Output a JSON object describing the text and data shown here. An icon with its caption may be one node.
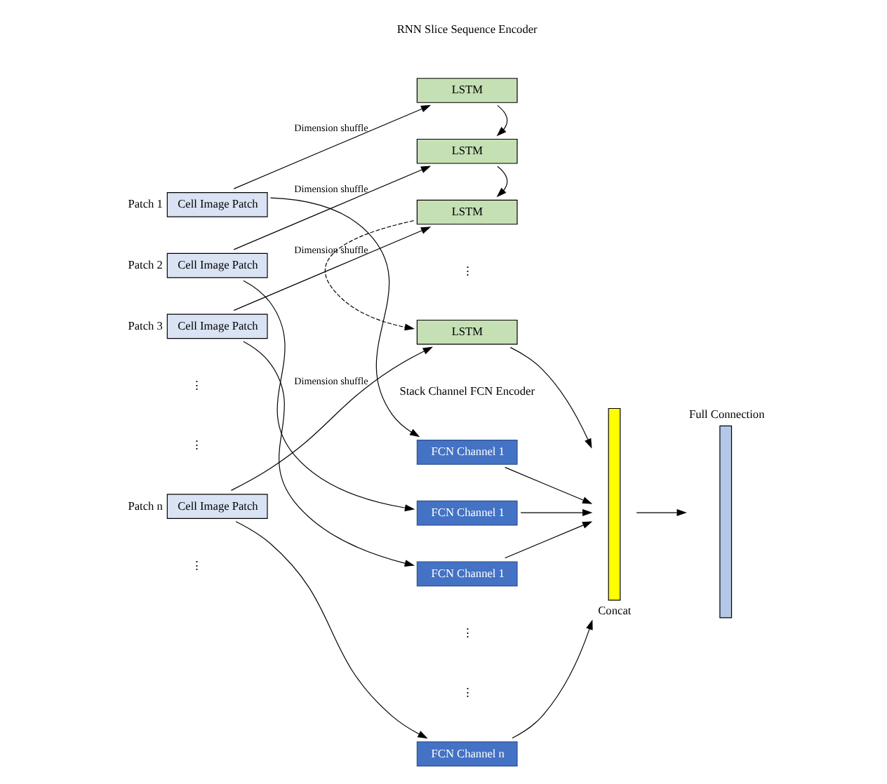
{
  "diagram": {
    "nodes": [
      {
        "text": [
          "Cell Image Patch"
        ],
        "beside": [
          "Patch 1"
        ]
      },
      {
        "text": [
          "Cell Image Patch"
        ],
        "beside": [
          "Patch 2"
        ]
      },
      {
        "text": [
          "Cell Image Patch"
        ],
        "beside": [
          "Patch 3"
        ]
      },
      {
        "text": [
          "Cell Image Patch"
        ],
        "beside": [
          "Patch n"
        ]
      },
      {
        "text": [
          "LSTM"
        ]
      },
      {
        "text": [
          "LSTM"
        ]
      },
      {
        "text": [
          "LSTM"
        ]
      },
      {
        "text": [
          "LSTM"
        ]
      },
      {
        "text": [
          "FCN Channel 1"
        ]
      },
      {
        "text": [
          "FCN Channel 1"
        ]
      },
      {
        "text": [
          "FCN Channel 1"
        ]
      },
      {
        "text": [
          "FCN Channel n"
        ]
      },
      {
        "text": [],
        "shape": "bar",
        "beside": [
          "Concat"
        ]
      },
      {
        "text": [],
        "shape": "bar",
        "beside": [
          "Full Connection"
        ]
      }
    ],
    "edges": [
      {
        "from": 0,
        "to": 4,
        "arrow": "to",
        "label": "Dimension shuffle"
      },
      {
        "from": 1,
        "to": 5,
        "arrow": "to",
        "label": "Dimension shuffle"
      },
      {
        "from": 2,
        "to": 6,
        "arrow": "to",
        "label": "Dimension shuffle"
      },
      {
        "from": 3,
        "to": 7,
        "arrow": "to",
        "label": "Dimension shuffle"
      },
      {
        "from": 4,
        "to": 5,
        "arrow": "to"
      },
      {
        "from": 5,
        "to": 6,
        "arrow": "to"
      },
      {
        "from": 6,
        "to": 7,
        "arrow": "to",
        "style": "dashed"
      },
      {
        "from": 0,
        "to": 8,
        "arrow": "to"
      },
      {
        "from": 1,
        "to": 9,
        "arrow": "to"
      },
      {
        "from": 2,
        "to": 10,
        "arrow": "to"
      },
      {
        "from": 3,
        "to": 11,
        "arrow": "to"
      },
      {
        "from": 7,
        "to": 12,
        "arrow": "to"
      },
      {
        "from": 8,
        "to": 12,
        "arrow": "to"
      },
      {
        "from": 9,
        "to": 12,
        "arrow": "to"
      },
      {
        "from": 10,
        "to": 12,
        "arrow": "to"
      },
      {
        "from": 11,
        "to": 12,
        "arrow": "to"
      },
      {
        "from": 12,
        "to": 13,
        "arrow": "to"
      }
    ],
    "labels": [
      "RNN Slice Sequence Encoder",
      "⋮",
      "⋮",
      "⋮",
      "Stack Channel FCN Encoder",
      "⋮",
      "⋮",
      "⋮"
    ]
  }
}
